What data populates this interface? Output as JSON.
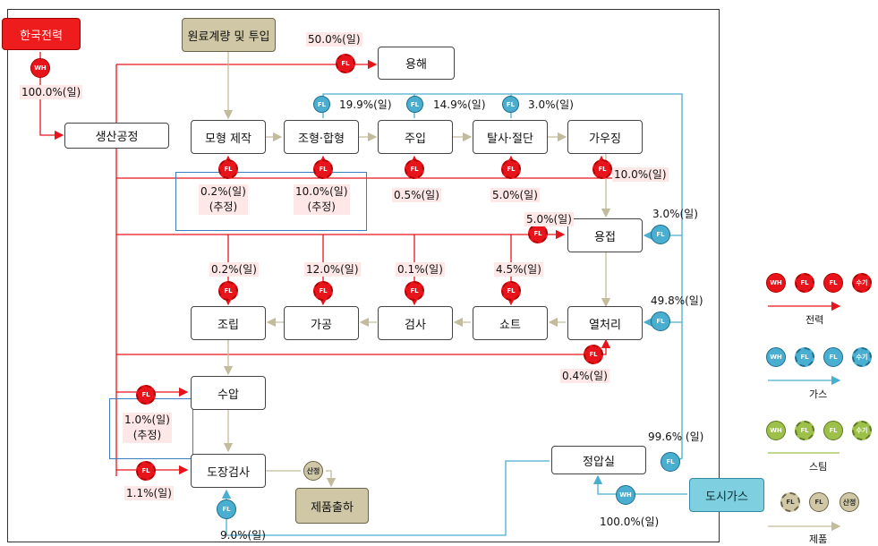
{
  "nodes": {
    "kepco": "한국전력",
    "raw_input": "원료계량 및 투입",
    "production": "생산공정",
    "melting": "용해",
    "pattern": "모형 제작",
    "molding": "조형·합형",
    "pouring": "주입",
    "shakeout": "탈사·절단",
    "finishing": "가우징",
    "welding": "용접",
    "heat_treatment": "열처리",
    "shot": "쇼트",
    "inspection": "검사",
    "machining": "가공",
    "assembly": "조립",
    "hydro_test": "수압",
    "painting": "도장검사",
    "shipping": "제품출하",
    "regulator": "정압실",
    "city_gas": "도시가스"
  },
  "labels": {
    "kepco_share": "100.0%(일)",
    "melting_share": "50.0%(일)",
    "gas_molding": "19.9%(일)",
    "gas_pouring": "14.9%(일)",
    "gas_shakeout": "3.0%(일)",
    "pattern_est_a": "0.2%(일)",
    "pattern_est_b": "(추정)",
    "molding_est_a": "10.0%(일)",
    "molding_est_b": "(추정)",
    "pouring_share": "0.5%(일)",
    "shakeout_share": "5.0%(일)",
    "finishing_share": "10.0%(일)",
    "welding_elec": "5.0%(일)",
    "welding_gas": "3.0%(일)",
    "assembly_share": "0.2%(일)",
    "machining_share": "12.0%(일)",
    "inspection_share": "0.1%(일)",
    "shot_share": "4.5%(일)",
    "heat_gas": "49.8%(일)",
    "heat_elec": "0.4%(일)",
    "hydro_est_a": "1.0%(일)",
    "hydro_est_b": "(추정)",
    "painting_share": "1.1%(일)",
    "painting_gas": "9.0%(일)",
    "regulator_share": "99.6% (일)",
    "citygas_share": "100.0%(일)"
  },
  "meters": {
    "wh": "WH",
    "fl": "FL",
    "manual": "수기",
    "estimate": "산정"
  },
  "legend": {
    "electric": "전력",
    "gas": "가스",
    "steam": "스팀",
    "product": "제품"
  },
  "colors": {
    "electric": "#e8141c",
    "gas": "#4aaed0",
    "steam": "#9cc04a",
    "product": "#b5ad88"
  }
}
